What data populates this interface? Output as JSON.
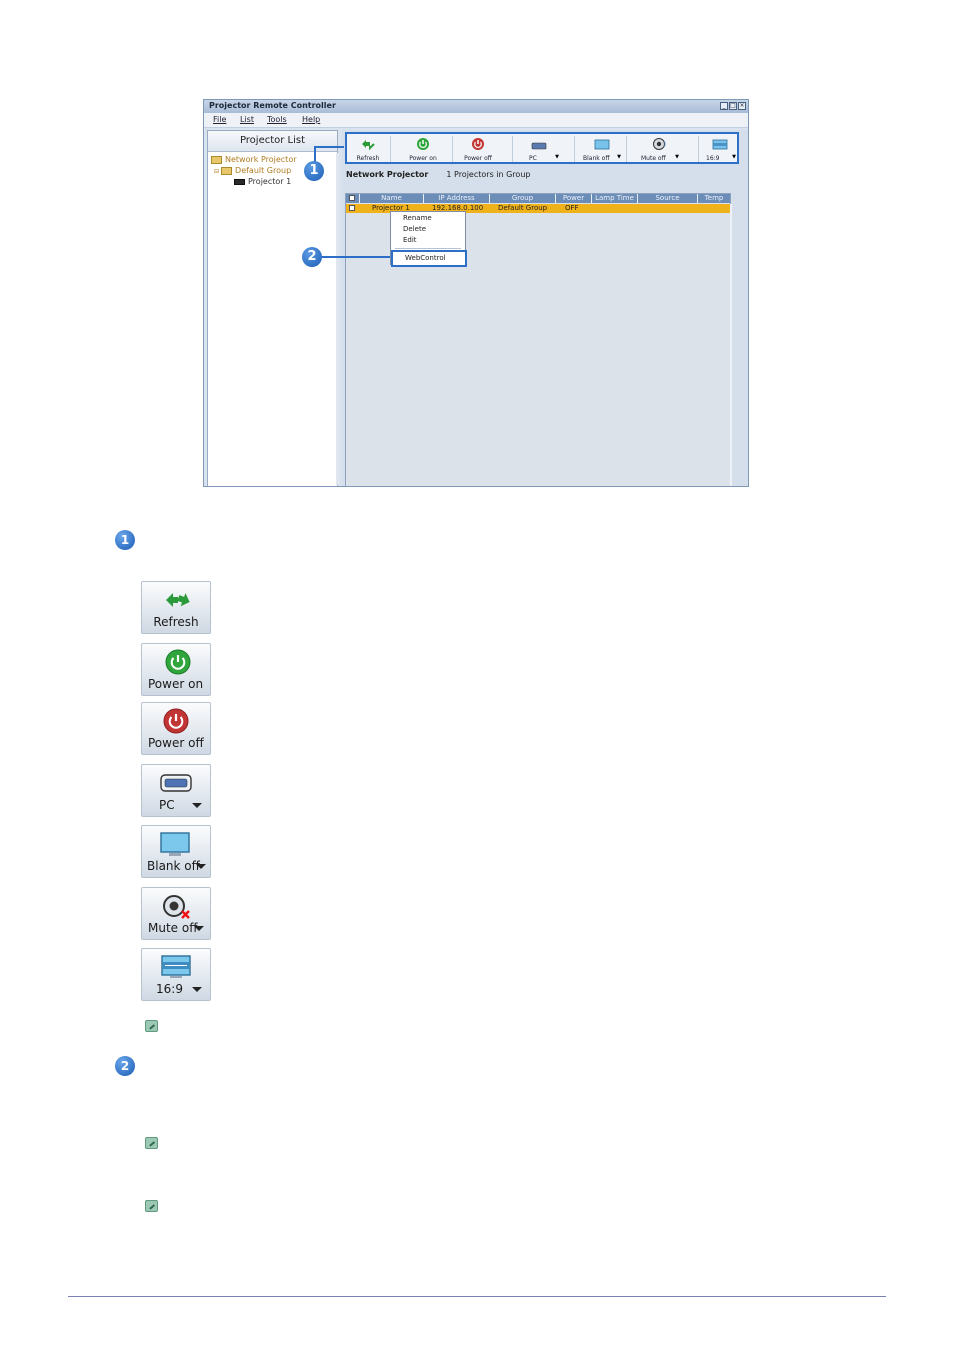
{
  "app": {
    "title": "Projector Remote Controller",
    "menu": [
      "File",
      "List",
      "Tools",
      "Help"
    ],
    "left_panel": {
      "header": "Projector List",
      "tree": [
        "Network Projector",
        "Default Group",
        "Projector 1"
      ]
    },
    "toolbar": [
      "Refresh",
      "Power on",
      "Power off",
      "PC",
      "Blank off",
      "Mute off",
      "16:9"
    ],
    "info": {
      "label": "Network Projector",
      "count_text": "1 Projectors in Group"
    },
    "grid": {
      "columns": [
        "Name",
        "IP Address",
        "Group",
        "Power",
        "Lamp Time",
        "Source",
        "Temp"
      ],
      "row": {
        "name": "Projector 1",
        "ip": "192.168.0.100",
        "group": "Default Group",
        "power": "OFF"
      }
    },
    "context_menu": [
      "Rename",
      "Delete",
      "Edit",
      "WebControl"
    ]
  },
  "callouts": [
    "1",
    "2"
  ],
  "buttons": {
    "refresh": "Refresh",
    "power_on": "Power on",
    "power_off": "Power off",
    "pc": "PC",
    "blank_off": "Blank off",
    "mute_off": "Mute off",
    "aspect": "16:9"
  }
}
